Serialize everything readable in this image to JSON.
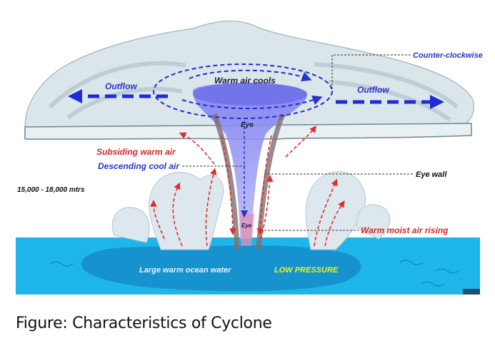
{
  "diagram": {
    "labels": {
      "counter_clockwise": "Counter-clockwise",
      "outflow_left": "Outflow",
      "outflow_right": "Outflow",
      "warm_air_cools": "Warm air cools",
      "eye_top": "Eye",
      "subsiding_warm_air": "Subsiding warm air",
      "descending_cool_air": "Descending cool air",
      "eye_wall": "Eye wall",
      "altitude": "15,000 - 18,000 mtrs",
      "eye_bottom": "Eye",
      "warm_moist_air_rising": "Warm moist air rising",
      "large_warm_ocean_water": "Large warm ocean water",
      "low_pressure": "LOW PRESSURE"
    },
    "colors": {
      "ocean": "#1eb6ea",
      "ocean_dark": "#1487c4",
      "cloud": "#d9e6ec",
      "eye": "#8c8cf0",
      "blue_arrow": "#1f2bd6",
      "red_arrow": "#e42a2a",
      "label_blue": "#2a34c8",
      "label_red": "#d42a2a",
      "low_pressure_text": "#f0f21a"
    }
  },
  "caption": "Figure: Characteristics of Cyclone"
}
